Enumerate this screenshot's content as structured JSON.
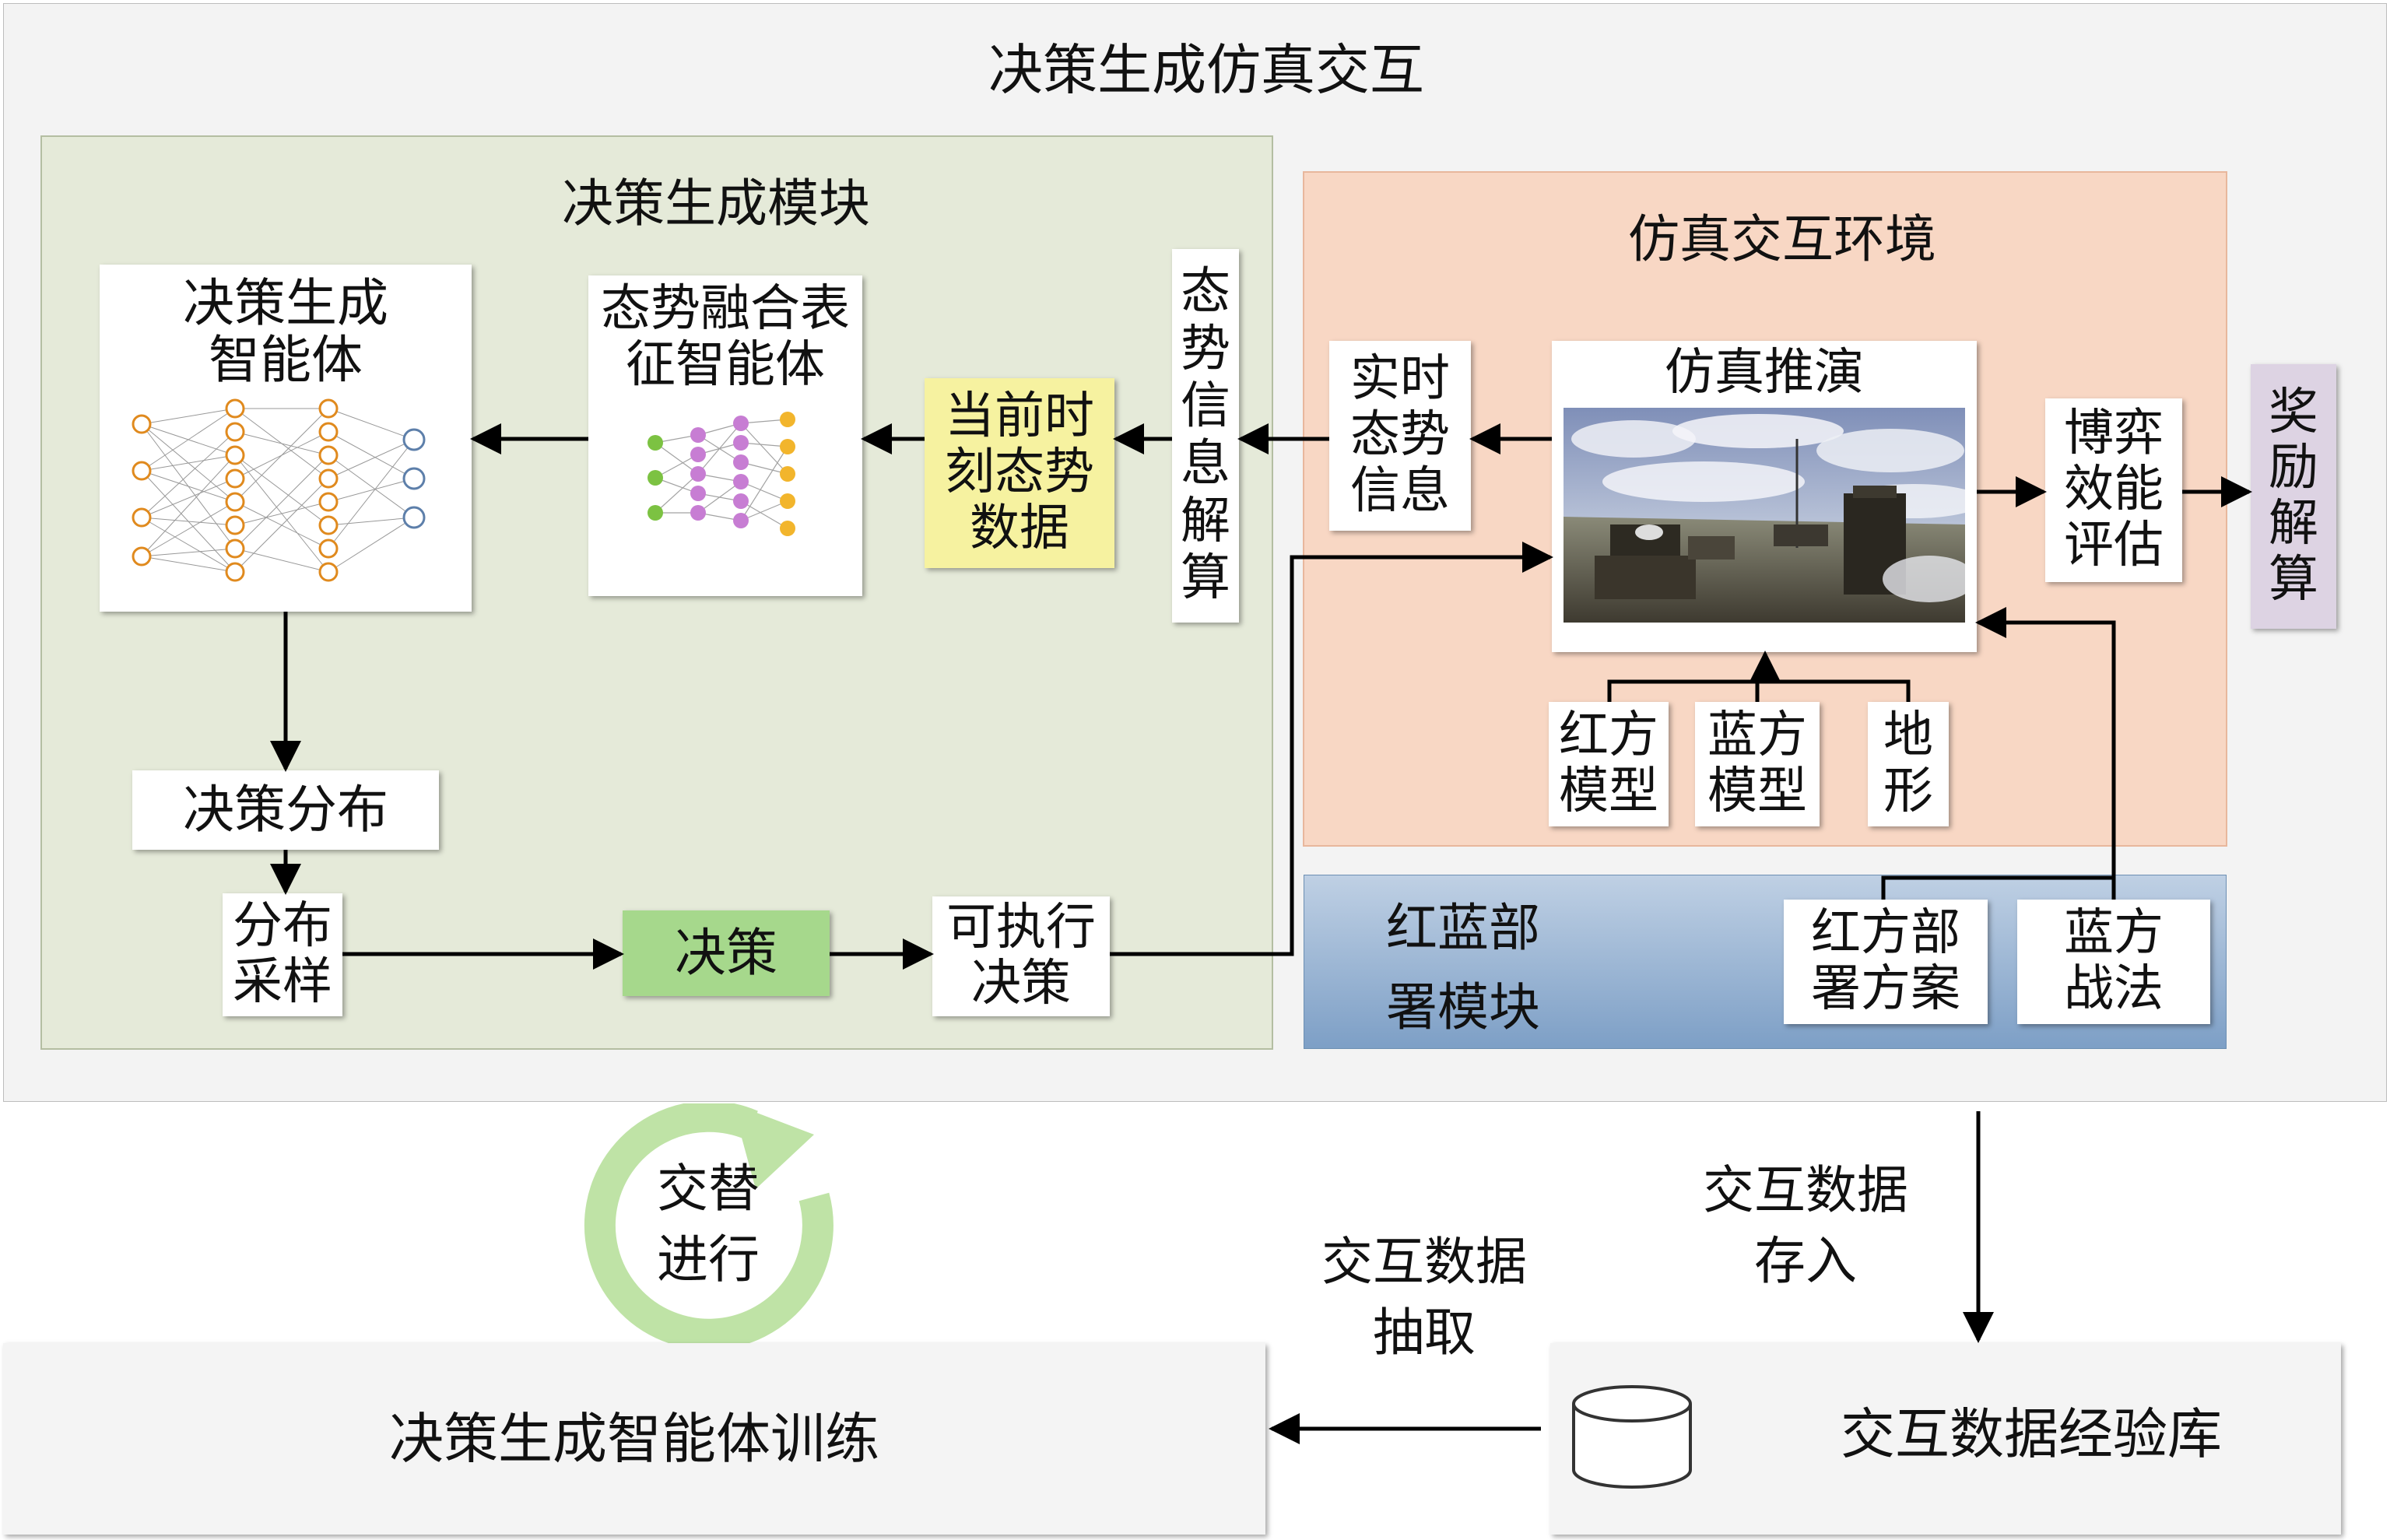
{
  "title": "决策生成仿真交互",
  "decision_module": {
    "title": "决策生成模块",
    "agent": "决策生成\n智能体",
    "fusion": "态势融合表\n征智能体",
    "current_data": "当前时\n刻态势\n数据",
    "parse": "态\n势\n信\n息\n解\n算",
    "distribution": "决策分布",
    "sampling": "分布\n采样",
    "decision": "决策",
    "executable": "可执行\n决策"
  },
  "sim_env": {
    "title": "仿真交互环境",
    "realtime": "实时\n态势\n信息",
    "simulation": "仿真推演",
    "efficacy": "博弈\n效能\n评估",
    "red_model": "红方\n模型",
    "blue_model": "蓝方\n模型",
    "terrain": "地\n形"
  },
  "reward": "奖\n励\n解\n算",
  "deploy_module": {
    "title": "红蓝部\n署模块",
    "red_plan": "红方部\n署方案",
    "blue_tactics": "蓝方\n战法"
  },
  "alternate": "交替\n进行",
  "store_label": "交互数据\n存入",
  "extract_label": "交互数据\n抽取",
  "training": "决策生成智能体训练",
  "experience_db": "交互数据经验库",
  "colors": {
    "decision_module_bg": "#e5ead9",
    "sim_env_bg": "#f8d7c4",
    "deploy_module_bg": "#9fb8d6",
    "current_data_bg": "#f6f2a0",
    "decision_bg": "#a6d88c",
    "reward_bg": "#ddd3e3",
    "cycle_green": "#bfe3a6"
  }
}
